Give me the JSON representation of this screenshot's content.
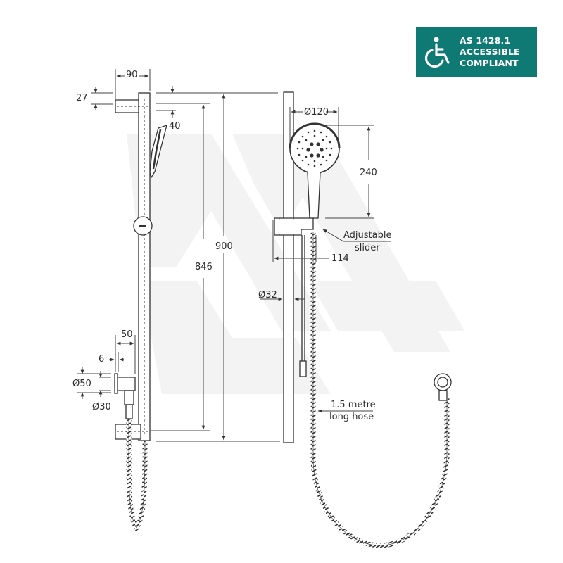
{
  "badge": {
    "icon": "wheelchair-accessibility-icon",
    "line1": "AS 1428.1",
    "line2": "ACCESSIBLE",
    "line3": "COMPLIANT",
    "background": "#0f7a73",
    "text_color": "#ffffff"
  },
  "side_view": {
    "dim_bracket_depth": "90",
    "dim_bracket_height": "27",
    "dim_top_offset": "40",
    "dim_rail_length": "900",
    "dim_fixing_centres": "846",
    "dim_outlet_depth": "50",
    "dim_flange_thickness": "6",
    "dim_flange_diameter": "Ø50",
    "dim_outlet_diameter": "Ø30"
  },
  "front_view": {
    "dim_head_diameter": "Ø120",
    "dim_handset_length": "240",
    "dim_slider_projection": "114",
    "dim_rail_diameter": "Ø32",
    "callout_slider_line1": "Adjustable",
    "callout_slider_line2": "slider",
    "callout_hose_line1": "1.5 metre",
    "callout_hose_line2": "long hose"
  },
  "colors": {
    "line": "#333333",
    "dim_line": "#444444",
    "watermark": "#f2f2f2"
  }
}
